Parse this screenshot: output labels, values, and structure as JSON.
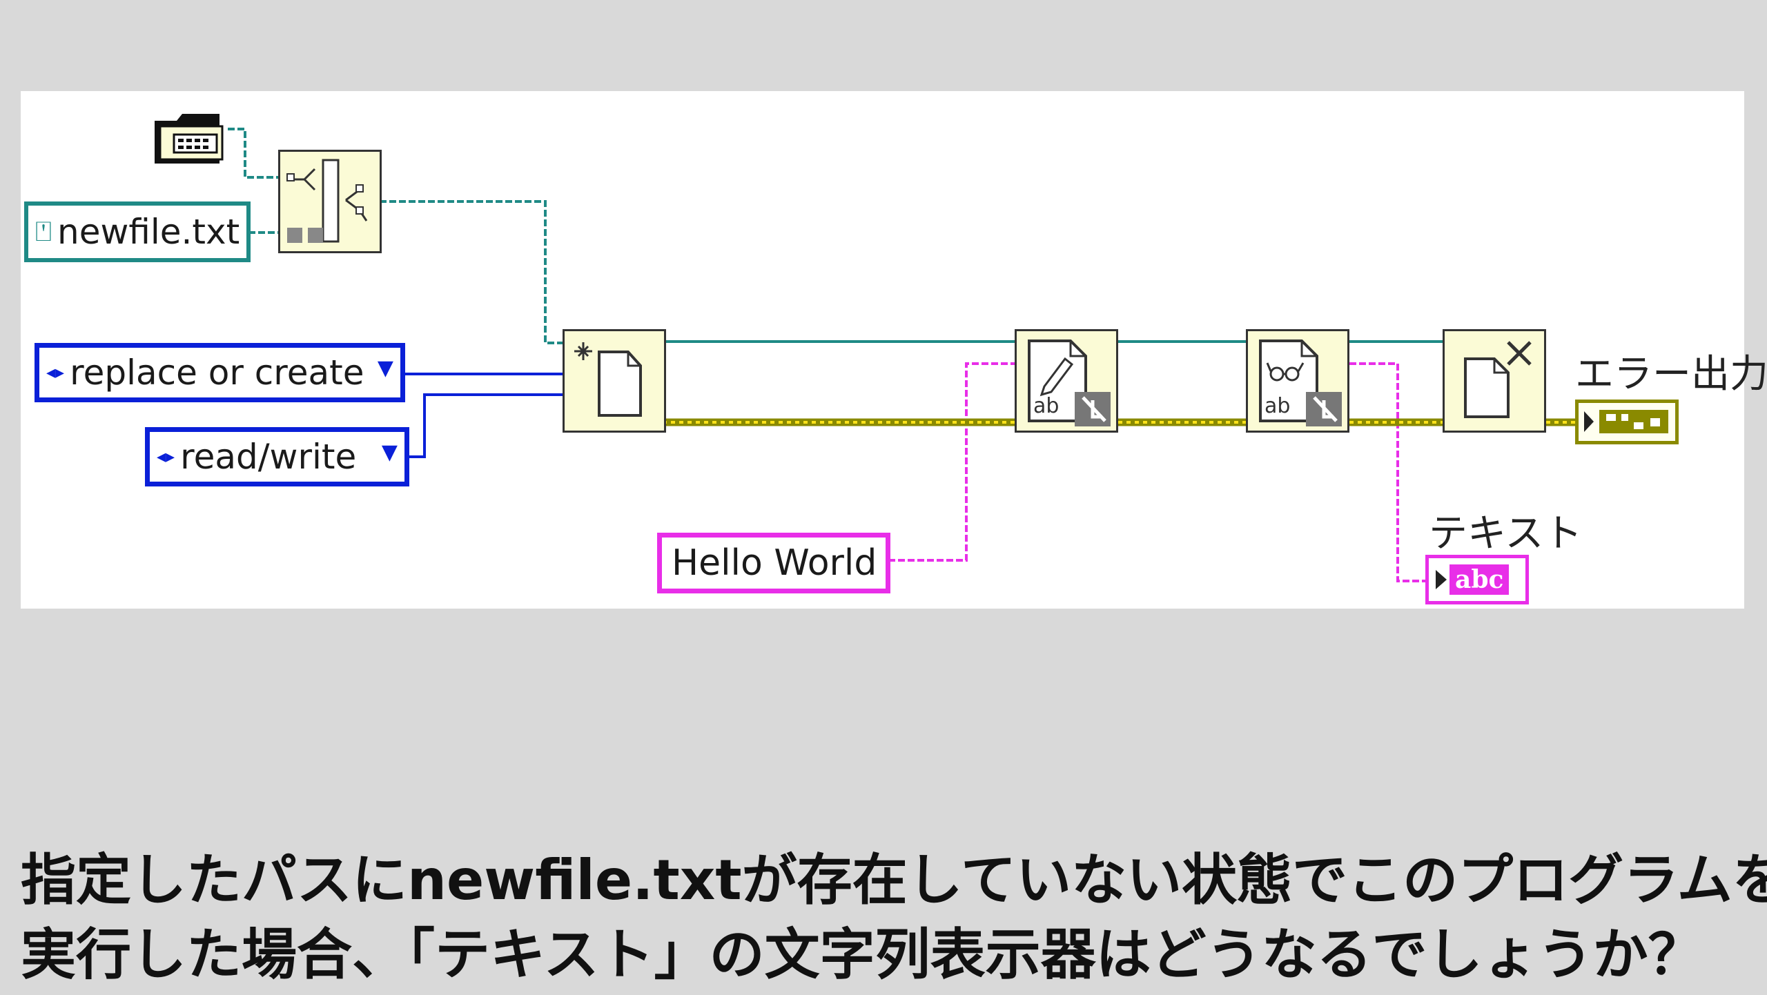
{
  "diagram": {
    "path_constant": "newfile.txt",
    "operation_enum": "replace or create",
    "access_enum": "read/write",
    "string_constant": "Hello World",
    "error_out_label": "エラー出力",
    "text_indicator_label": "テキスト",
    "text_indicator_glyph": "abc",
    "nodes": [
      "folder-path-icon",
      "build-path-icon",
      "open-create-file-icon",
      "write-text-file-icon",
      "read-text-file-icon",
      "close-file-icon"
    ],
    "colors": {
      "path_wire": "#1f8a86",
      "enum_wire": "#0a20d8",
      "string_wire": "#e82ee8",
      "error_wire": "#8a8a00",
      "node_bg": "#fbfbd6"
    }
  },
  "question": {
    "line1": "指定したパスにnewfile.txtが存在していない状態でこのプログラムを",
    "line2": "実行した場合、「テキスト」の文字列表示器はどうなるでしょうか？"
  }
}
